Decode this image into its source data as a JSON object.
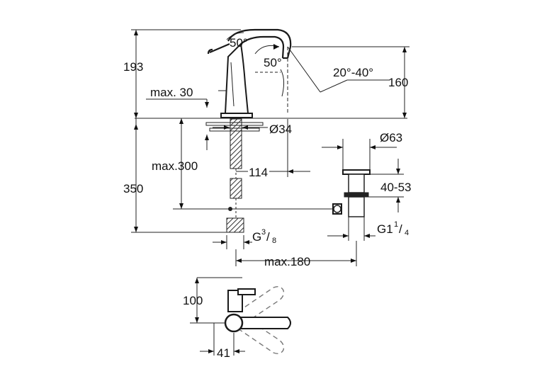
{
  "labels": {
    "height_total": "193",
    "angle_spout": "50°",
    "angle_handle": "50°",
    "swivel_range": "20°-40°",
    "spout_height": "160",
    "max_deck": "max. 30",
    "hole_diameter": "Ø34",
    "drain_diameter": "Ø63",
    "max_length": "max.300",
    "projection": "114",
    "below_deck": "350",
    "drain_range": "40-53",
    "connection": "G",
    "connection_sup": "3",
    "connection_sub": "8",
    "drain_thread": "G1",
    "drain_thread_sup": "1",
    "drain_thread_sub": "4",
    "max_rod": "max.180",
    "top_depth": "100",
    "top_offset": "41"
  },
  "colors": {
    "line": "#222222",
    "background": "#ffffff"
  }
}
